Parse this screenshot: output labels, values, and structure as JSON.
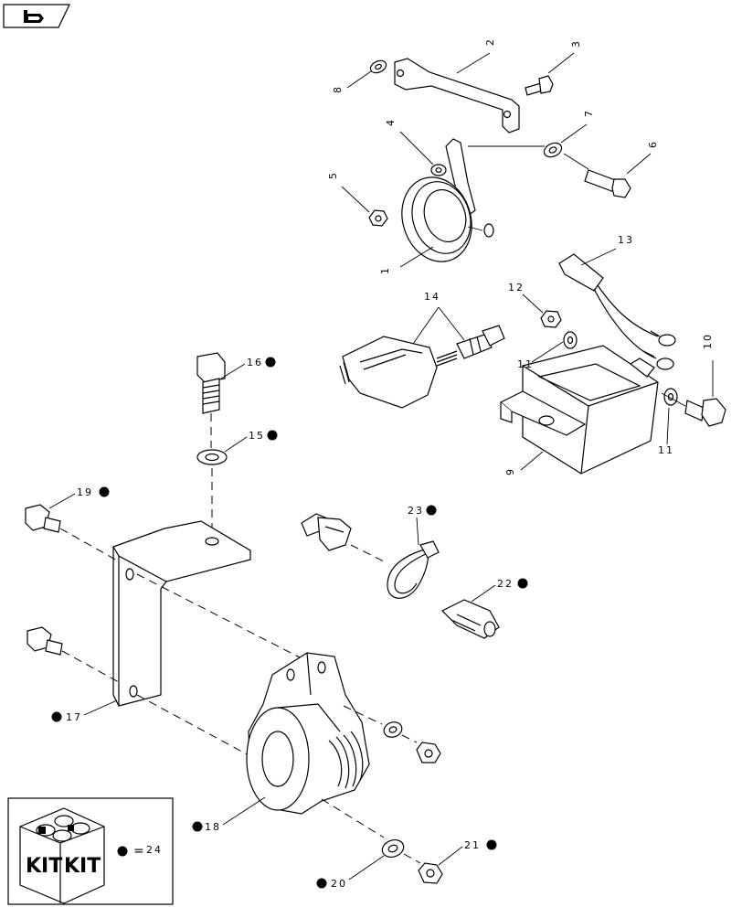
{
  "toolbar": {
    "nav_icon": "hand-pointer-icon"
  },
  "callouts": [
    {
      "id": "1",
      "text": "1",
      "kit": false
    },
    {
      "id": "2",
      "text": "2",
      "kit": false
    },
    {
      "id": "3",
      "text": "3",
      "kit": false
    },
    {
      "id": "4",
      "text": "4",
      "kit": false
    },
    {
      "id": "5",
      "text": "5",
      "kit": false
    },
    {
      "id": "6",
      "text": "6",
      "kit": false
    },
    {
      "id": "7",
      "text": "7",
      "kit": false
    },
    {
      "id": "8",
      "text": "8",
      "kit": false
    },
    {
      "id": "9",
      "text": "9",
      "kit": false
    },
    {
      "id": "10",
      "text": "10",
      "kit": false
    },
    {
      "id": "11a",
      "text": "11",
      "kit": false
    },
    {
      "id": "11b",
      "text": "11",
      "kit": false
    },
    {
      "id": "12",
      "text": "12",
      "kit": false
    },
    {
      "id": "13",
      "text": "13",
      "kit": false
    },
    {
      "id": "14",
      "text": "14",
      "kit": false
    },
    {
      "id": "15",
      "text": "15",
      "kit": true
    },
    {
      "id": "16",
      "text": "16",
      "kit": true
    },
    {
      "id": "17",
      "text": "17",
      "kit": true
    },
    {
      "id": "18",
      "text": "18",
      "kit": true
    },
    {
      "id": "19",
      "text": "19",
      "kit": true
    },
    {
      "id": "20",
      "text": "20",
      "kit": true
    },
    {
      "id": "21",
      "text": "21",
      "kit": true
    },
    {
      "id": "22",
      "text": "22",
      "kit": true
    },
    {
      "id": "23",
      "text": "23",
      "kit": true
    }
  ],
  "legend": {
    "kit_word_1": "KIT",
    "kit_word_2": "KIT",
    "equals": "=",
    "number": "24"
  }
}
